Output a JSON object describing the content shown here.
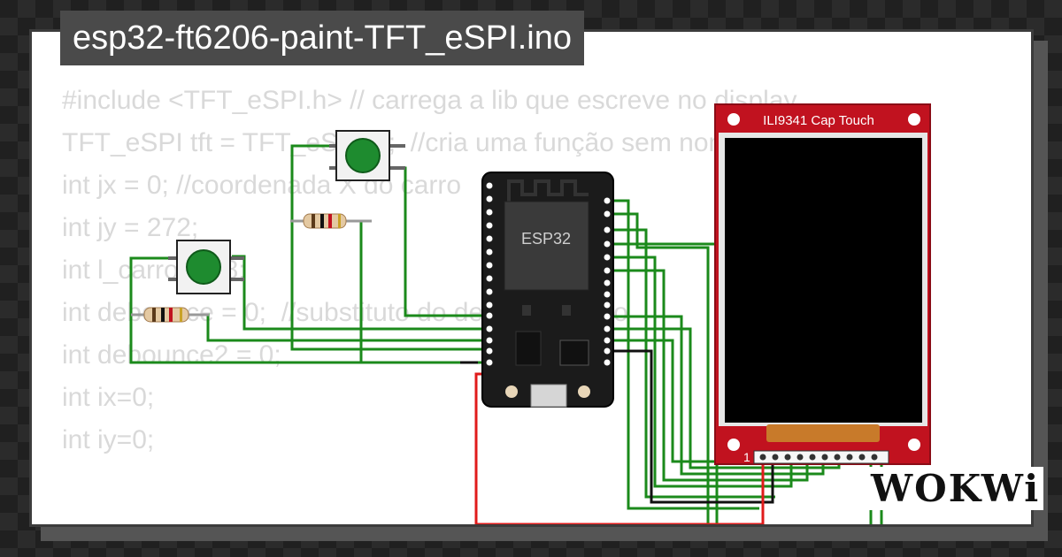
{
  "project": {
    "title": "esp32-ft6206-paint-TFT_eSPI.ino"
  },
  "code_lines": [
    "#include <TFT_eSPI.h> // carrega a lib que escreve no display",
    "",
    "TFT_eSPI tft = TFT_eSPI ();  //cria uma função sem nome, isso retorna",
    "",
    "int jx = 0; //coordenada X do carro",
    "int jy = 272;",
    "int l_carro = 48;",
    "int debounce = 0;  //substituto do delay do botão",
    "int debounce2 = 0;",
    "int ix=0;",
    "int iy=0;"
  ],
  "parts": {
    "esp32_label": "ESP32",
    "display_label": "ILI9341 Cap Touch",
    "display_pin1": "1"
  },
  "brand": "WOKWi",
  "colors": {
    "wire_green": "#1b8a1b",
    "wire_red": "#e01b1b",
    "wire_black": "#111111",
    "display_red": "#c1121f",
    "button_green": "#1e8b2f"
  }
}
